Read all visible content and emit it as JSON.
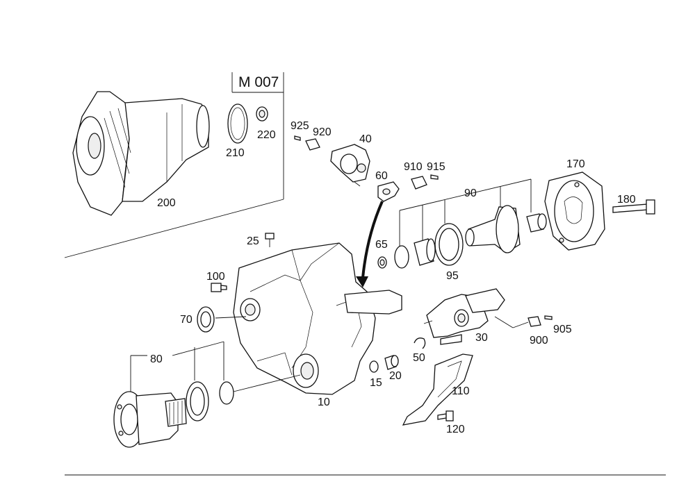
{
  "diagram": {
    "group_code": "M 007",
    "labels": {
      "p200": "200",
      "p210": "210",
      "p220": "220",
      "p925": "925",
      "p920": "920",
      "p40": "40",
      "p60": "60",
      "p910": "910",
      "p915": "915",
      "p170": "170",
      "p90": "90",
      "p180": "180",
      "p25": "25",
      "p65": "65",
      "p95": "95",
      "p100": "100",
      "p70": "70",
      "p30": "30",
      "p900": "900",
      "p905": "905",
      "p50": "50",
      "p80": "80",
      "p15": "15",
      "p20": "20",
      "p10": "10",
      "p110": "110",
      "p120": "120"
    }
  }
}
